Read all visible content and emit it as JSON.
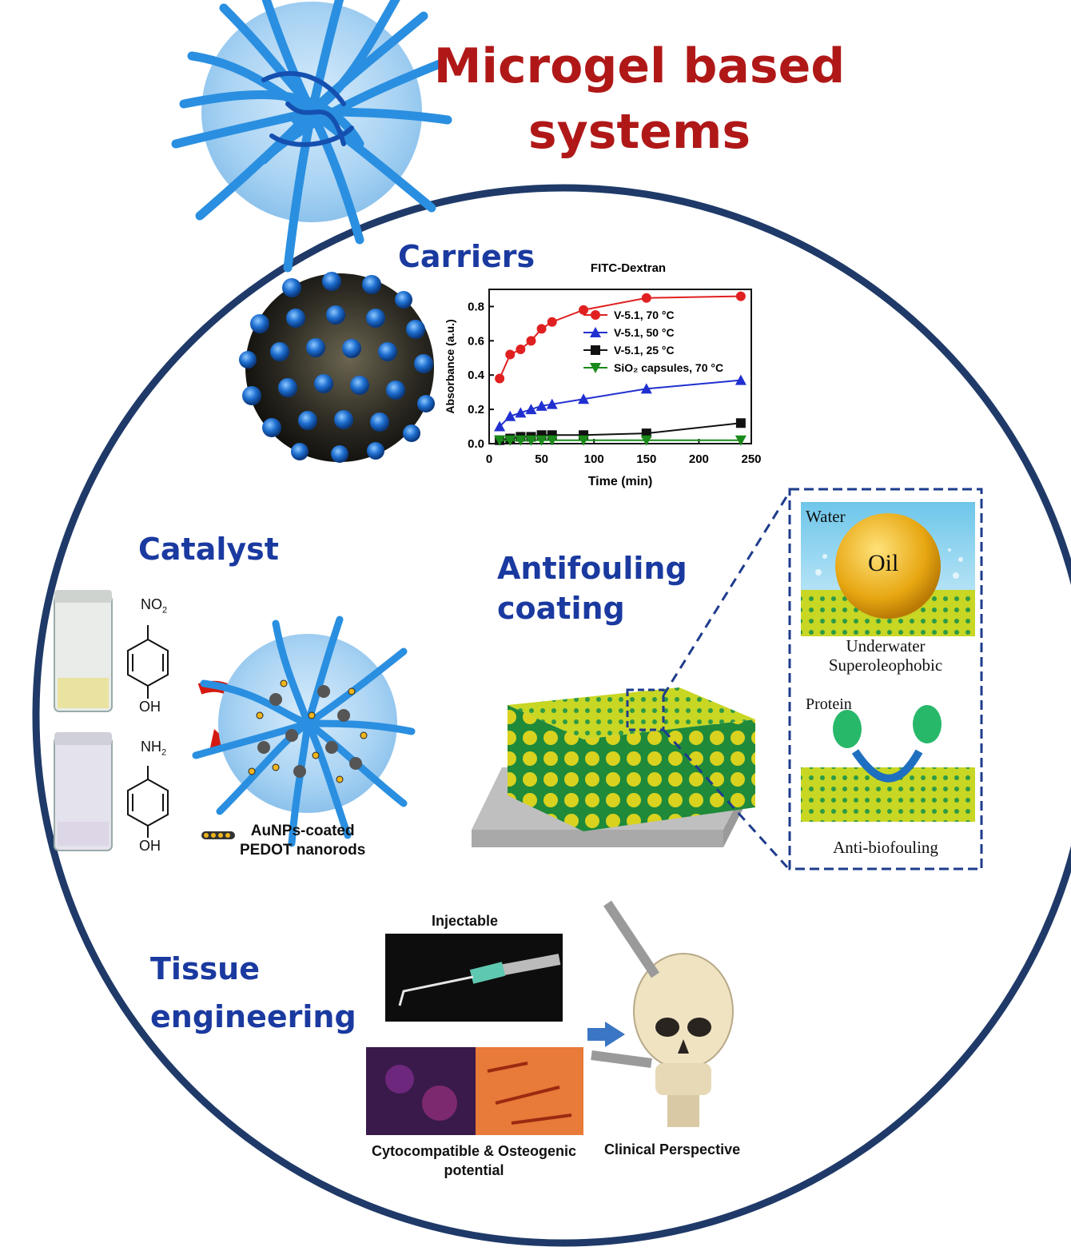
{
  "title": {
    "line1": "Microgel based",
    "line2": "systems"
  },
  "sections": {
    "carriers": "Carriers",
    "catalyst": "Catalyst",
    "antifouling_line1": "Antifouling",
    "antifouling_line2": "coating",
    "tissue_line1": "Tissue",
    "tissue_line2": "engineering"
  },
  "catalyst": {
    "top_molecule_group": "NO",
    "top_molecule_sub": "2",
    "top_molecule_bottom": "OH",
    "bottom_molecule_group": "NH",
    "bottom_molecule_sub": "2",
    "bottom_molecule_bottom": "OH",
    "legend_line1": "AuNPs-coated",
    "legend_line2": "PEDOT nanorods"
  },
  "antifouling": {
    "water": "Water",
    "oil": "Oil",
    "caption1_line1": "Underwater",
    "caption1_line2": "Superoleophobic",
    "protein": "Protein",
    "caption2": "Anti-biofouling"
  },
  "tissue": {
    "injectable": "Injectable",
    "cyto_line1": "Cytocompatible & Osteogenic",
    "cyto_line2": "potential",
    "clinical": "Clinical Perspective"
  },
  "colors": {
    "title": "#b01818",
    "section": "#1a3aa0",
    "circle": "#1f3a68",
    "microgel": "#3aa0e0",
    "series_70": "#e02020",
    "series_50": "#2030d0",
    "series_25": "#111111",
    "series_sio2": "#1a8a1a"
  },
  "chart_data": {
    "type": "line",
    "title": "FITC-Dextran",
    "xlabel": "Time (min)",
    "ylabel": "Absorbance (a.u.)",
    "xlim": [
      0,
      250
    ],
    "ylim": [
      0,
      0.9
    ],
    "xticks": [
      0,
      50,
      100,
      150,
      200,
      250
    ],
    "yticks": [
      0.0,
      0.2,
      0.4,
      0.6,
      0.8
    ],
    "legend_position": "top-right",
    "series": [
      {
        "name": "V-5.1, 70 °C",
        "marker": "circle",
        "color": "#e02020",
        "x": [
          10,
          20,
          30,
          40,
          50,
          60,
          90,
          150,
          240
        ],
        "y": [
          0.38,
          0.52,
          0.55,
          0.6,
          0.67,
          0.71,
          0.78,
          0.85,
          0.86
        ]
      },
      {
        "name": "V-5.1, 50 °C",
        "marker": "triangle-up",
        "color": "#2030d0",
        "x": [
          10,
          20,
          30,
          40,
          50,
          60,
          90,
          150,
          240
        ],
        "y": [
          0.1,
          0.16,
          0.18,
          0.2,
          0.22,
          0.23,
          0.26,
          0.32,
          0.37
        ]
      },
      {
        "name": "V-5.1, 25 °C",
        "marker": "square",
        "color": "#111111",
        "x": [
          10,
          20,
          30,
          40,
          50,
          60,
          90,
          150,
          240
        ],
        "y": [
          0.02,
          0.03,
          0.04,
          0.04,
          0.05,
          0.05,
          0.05,
          0.06,
          0.12
        ]
      },
      {
        "name": "SiO₂ capsules, 70 °C",
        "marker": "triangle-down",
        "color": "#1a8a1a",
        "x": [
          10,
          20,
          30,
          40,
          50,
          60,
          90,
          150,
          240
        ],
        "y": [
          0.02,
          0.02,
          0.02,
          0.02,
          0.02,
          0.02,
          0.02,
          0.02,
          0.02
        ]
      }
    ]
  }
}
